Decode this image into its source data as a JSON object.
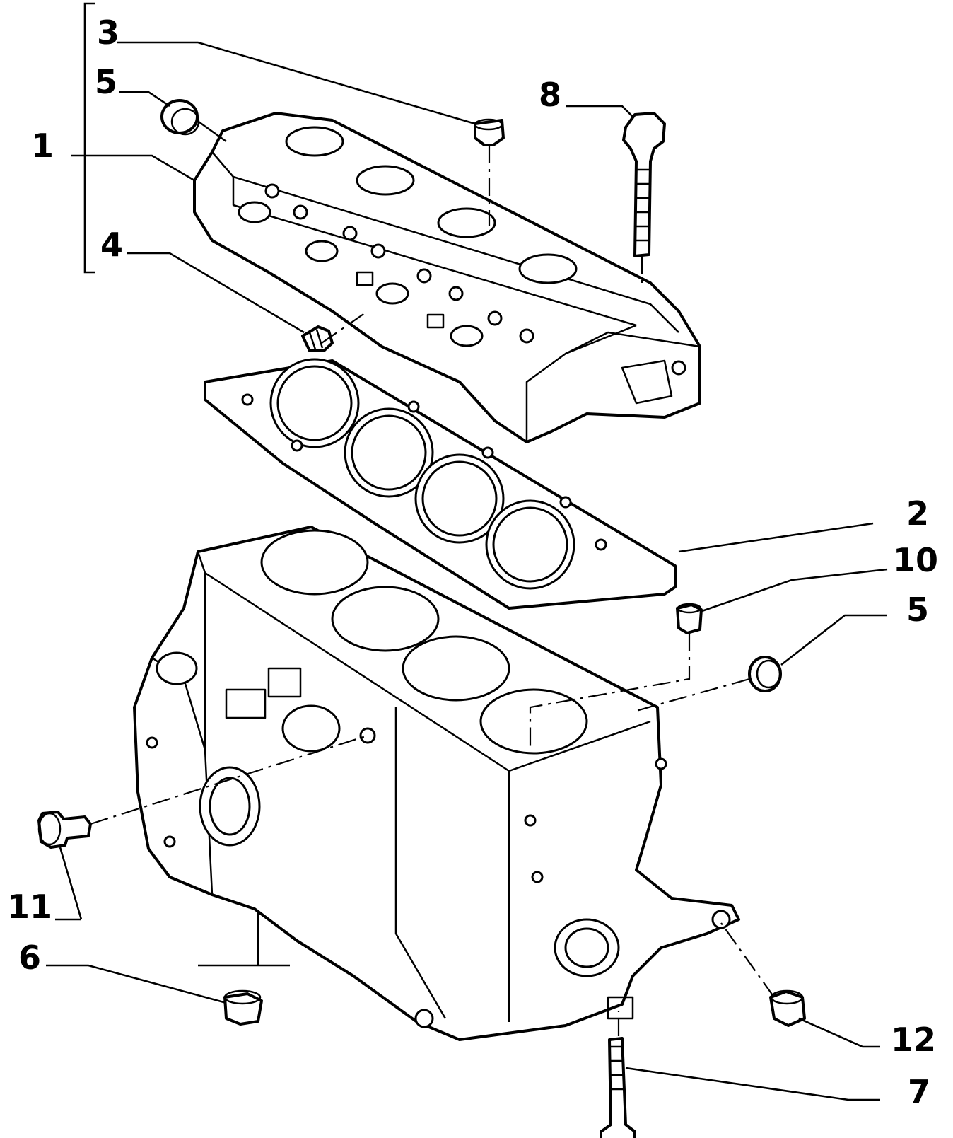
{
  "diagram": {
    "callouts": [
      {
        "id": "c1",
        "label": "1"
      },
      {
        "id": "c2",
        "label": "2"
      },
      {
        "id": "c3",
        "label": "3"
      },
      {
        "id": "c4",
        "label": "4"
      },
      {
        "id": "c5a",
        "label": "5"
      },
      {
        "id": "c5b",
        "label": "5"
      },
      {
        "id": "c6",
        "label": "6"
      },
      {
        "id": "c7",
        "label": "7"
      },
      {
        "id": "c8",
        "label": "8"
      },
      {
        "id": "c10",
        "label": "10"
      },
      {
        "id": "c11",
        "label": "11"
      },
      {
        "id": "c12",
        "label": "12"
      }
    ]
  }
}
